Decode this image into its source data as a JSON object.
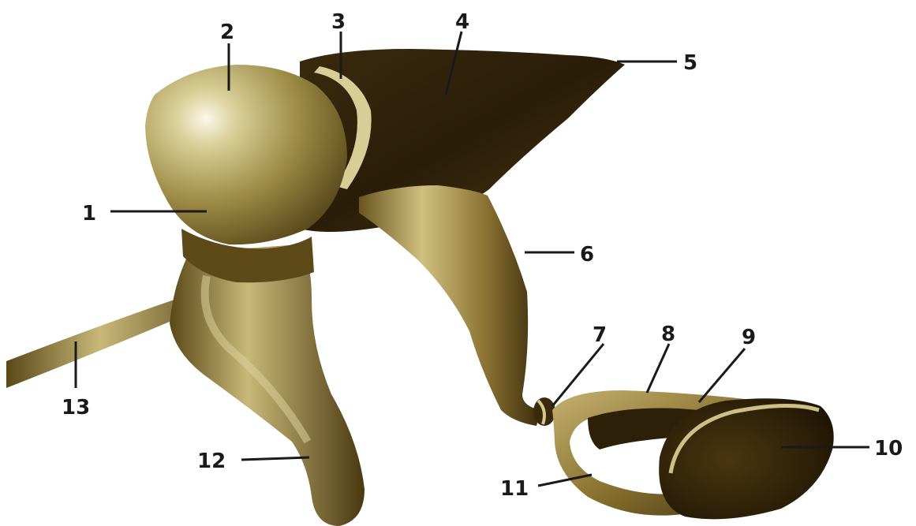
{
  "labels": {
    "l1": "1",
    "l2": "2",
    "l3": "3",
    "l4": "4",
    "l5": "5",
    "l6": "6",
    "l7": "7",
    "l8": "8",
    "l9": "9",
    "l10": "10",
    "l11": "11",
    "l12": "12",
    "l13": "13"
  },
  "colors": {
    "background": "#ffffff",
    "bone_light": "#b8a56a",
    "bone_mid": "#8a7434",
    "bone_dark": "#2e220c",
    "label_text": "#1a1a1a"
  }
}
